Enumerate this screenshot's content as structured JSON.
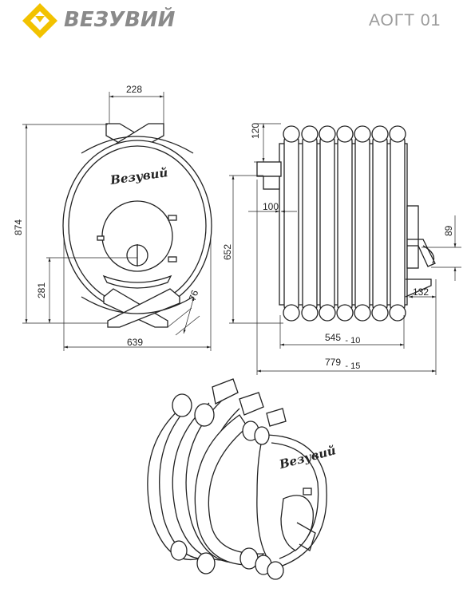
{
  "header": {
    "brand_name": "ВЕЗУВИЙ",
    "model": "АОГТ 01",
    "brand_color": "#f2c200",
    "brand_text_color": "#8a8a8a"
  },
  "front_view": {
    "logo_script": "Везувий",
    "dims": {
      "top_width": "228",
      "height": "874",
      "lower": "281",
      "base_width": "639",
      "leg": "76"
    }
  },
  "side_view": {
    "dims": {
      "chimney": "120",
      "flue_offset": "100",
      "height": "652",
      "right_height": "89",
      "right_depth": "132",
      "body_length": "545",
      "body_length_tol": "- 10",
      "overall_length": "779",
      "overall_length_tol": "- 15"
    }
  },
  "icons": [
    "brand-logo-icon",
    "oven-front-diagram",
    "oven-side-diagram",
    "oven-perspective-diagram"
  ]
}
